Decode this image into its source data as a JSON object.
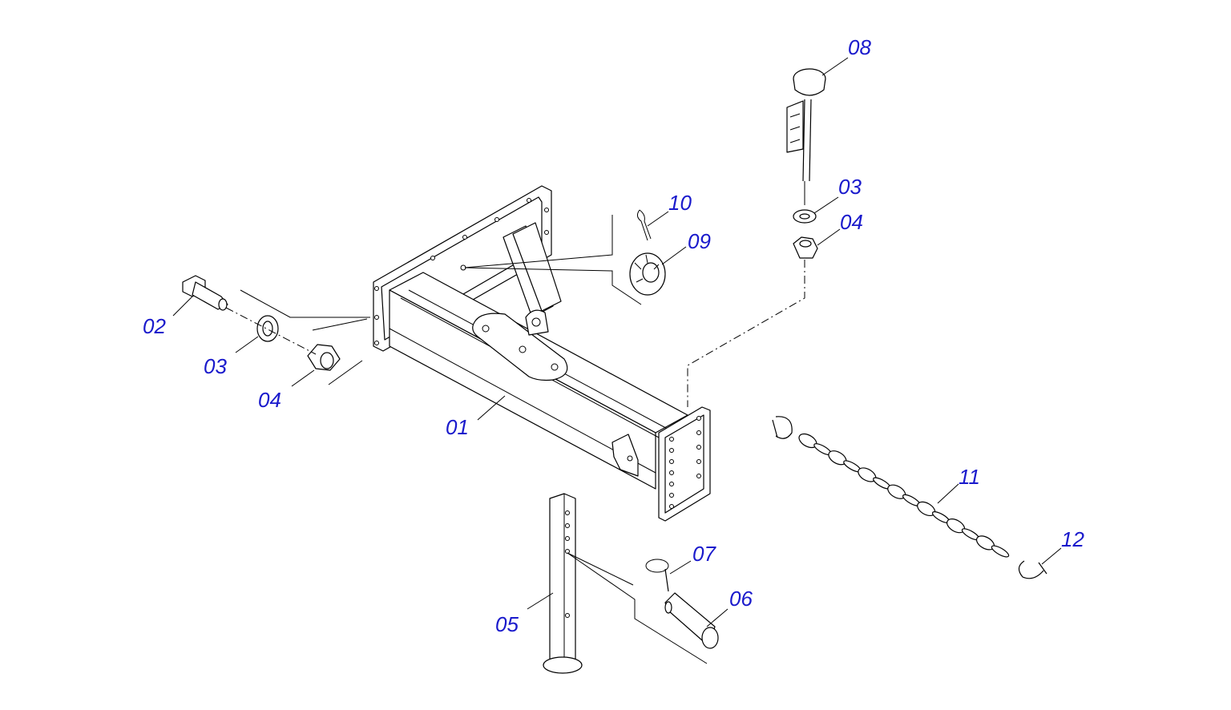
{
  "colors": {
    "label": "#1a1acc",
    "line": "#000000",
    "background": "#ffffff"
  },
  "callouts": [
    {
      "id": "01",
      "text": "01"
    },
    {
      "id": "02",
      "text": "02"
    },
    {
      "id": "03a",
      "text": "03"
    },
    {
      "id": "04a",
      "text": "04"
    },
    {
      "id": "05",
      "text": "05"
    },
    {
      "id": "06",
      "text": "06"
    },
    {
      "id": "07",
      "text": "07"
    },
    {
      "id": "08",
      "text": "08"
    },
    {
      "id": "03b",
      "text": "03"
    },
    {
      "id": "04b",
      "text": "04"
    },
    {
      "id": "09",
      "text": "09"
    },
    {
      "id": "10",
      "text": "10"
    },
    {
      "id": "11",
      "text": "11"
    },
    {
      "id": "12",
      "text": "12"
    }
  ]
}
